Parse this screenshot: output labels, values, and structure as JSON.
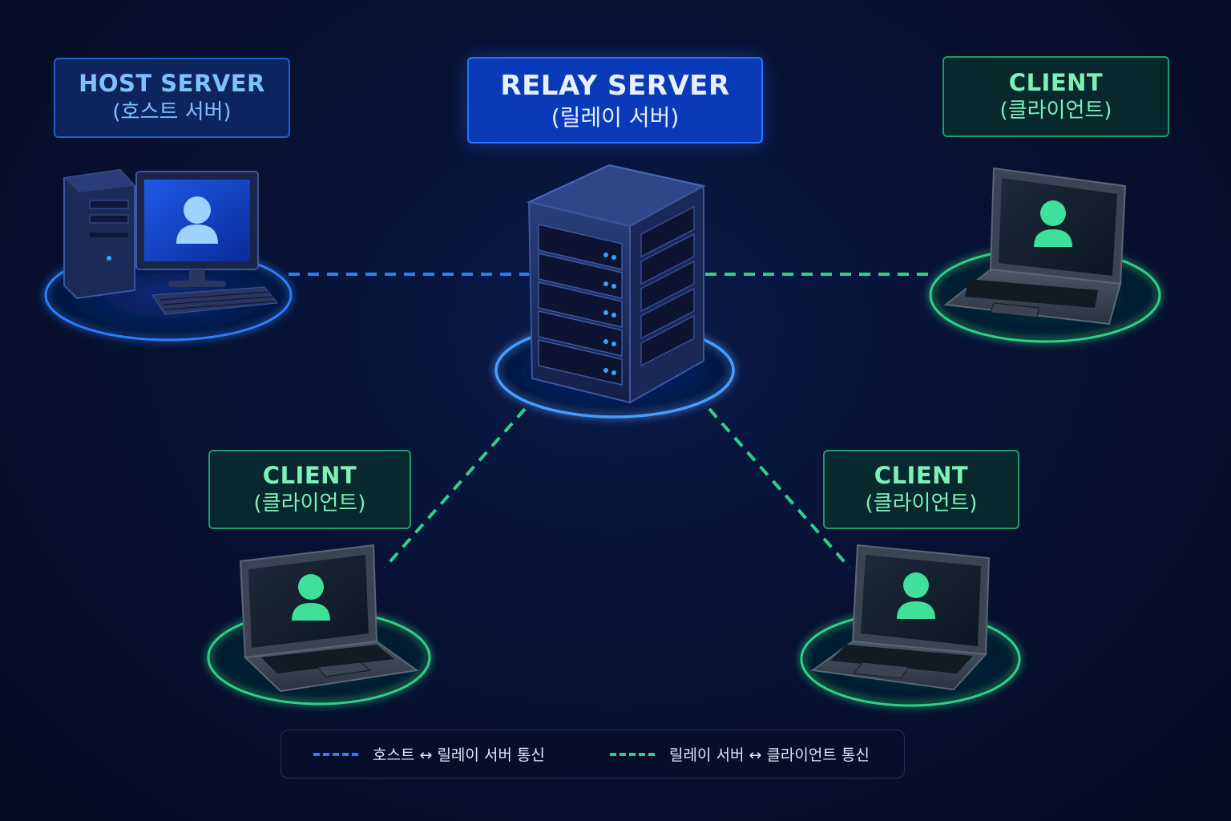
{
  "nodes": {
    "host": {
      "title": "HOST SERVER",
      "subtitle": "(호스트 서버)"
    },
    "relay": {
      "title": "RELAY SERVER",
      "subtitle": "(릴레이 서버)"
    },
    "client_top_right": {
      "title": "CLIENT",
      "subtitle": "(클라이언트)"
    },
    "client_bottom_left": {
      "title": "CLIENT",
      "subtitle": "(클라이언트)"
    },
    "client_bottom_right": {
      "title": "CLIENT",
      "subtitle": "(클라이언트)"
    }
  },
  "legend": {
    "host_relay": "호스트 ↔ 릴레이 서버 통신",
    "relay_client": "릴레이 서버 ↔ 클라이언트 통신"
  },
  "colors": {
    "host_link": "#2a7fff",
    "client_link": "#2fd08a"
  }
}
